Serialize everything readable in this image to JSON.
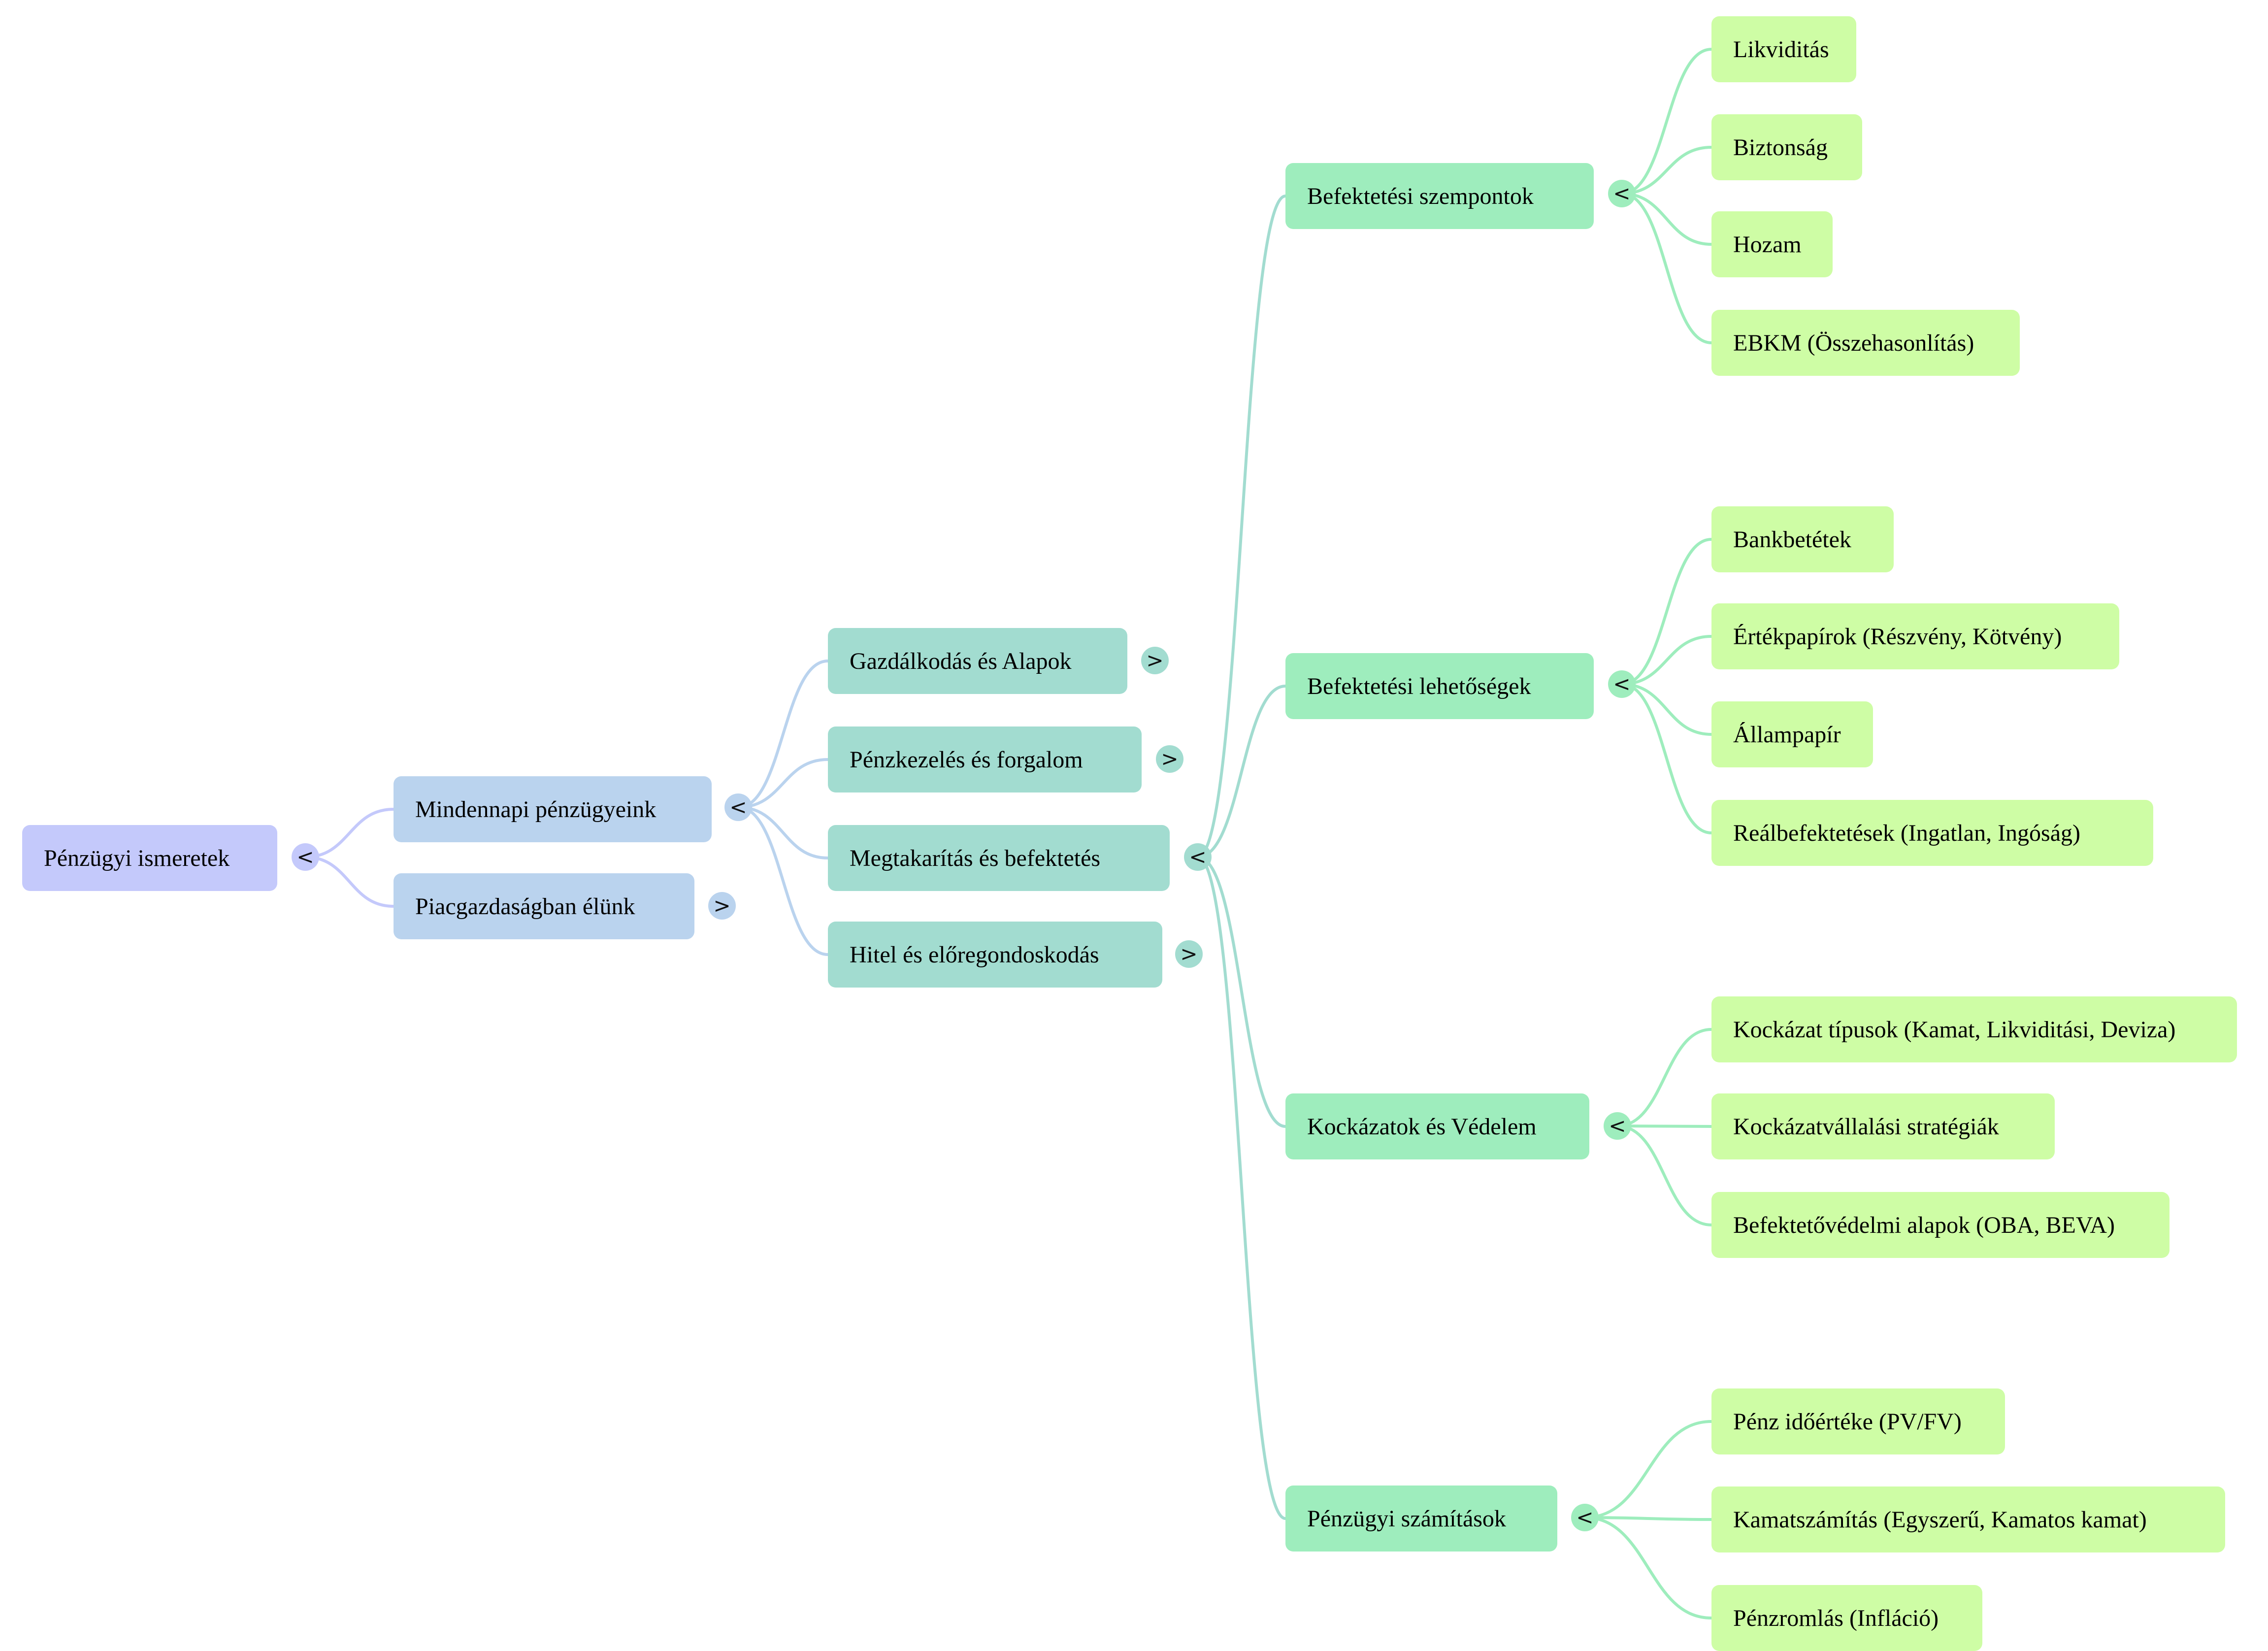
{
  "colors": {
    "root": "#c4c9fb",
    "level1": "#bad3ee",
    "level2": "#a2dcd0",
    "level3": "#9eedbd",
    "level4": "#cefda5",
    "link_root": "#c4c9fb",
    "link_level1": "#bad3ee",
    "link_level2": "#a2dcd0",
    "link_level3": "#9eedbd"
  },
  "mindmap": {
    "root": {
      "label": "Pénzügyi ismeretek",
      "toggle": "<",
      "toggle_icon": "collapse-icon"
    },
    "level1": [
      {
        "label": "Mindennapi pénzügyeink",
        "toggle": "<",
        "toggle_icon": "collapse-icon"
      },
      {
        "label": "Piacgazdaságban élünk",
        "toggle": ">",
        "toggle_icon": "expand-icon"
      }
    ],
    "level2": [
      {
        "label": "Gazdálkodás és Alapok",
        "toggle": ">",
        "toggle_icon": "expand-icon"
      },
      {
        "label": "Pénzkezelés és forgalom",
        "toggle": ">",
        "toggle_icon": "expand-icon"
      },
      {
        "label": "Megtakarítás és befektetés",
        "toggle": "<",
        "toggle_icon": "collapse-icon"
      },
      {
        "label": "Hitel és előregondoskodás",
        "toggle": ">",
        "toggle_icon": "expand-icon"
      }
    ],
    "level3": [
      {
        "label": "Befektetési szempontok",
        "toggle": "<",
        "toggle_icon": "collapse-icon",
        "children": [
          "Likviditás",
          "Biztonság",
          "Hozam",
          "EBKM (Összehasonlítás)"
        ]
      },
      {
        "label": "Befektetési lehetőségek",
        "toggle": "<",
        "toggle_icon": "collapse-icon",
        "children": [
          "Bankbetétek",
          "Értékpapírok (Részvény, Kötvény)",
          "Állampapír",
          "Reálbefektetések (Ingatlan, Ingóság)"
        ]
      },
      {
        "label": "Kockázatok és Védelem",
        "toggle": "<",
        "toggle_icon": "collapse-icon",
        "children": [
          "Kockázat típusok (Kamat, Likviditási, Deviza)",
          "Kockázatvállalási stratégiák",
          "Befektetővédelmi alapok (OBA, BEVA)"
        ]
      },
      {
        "label": "Pénzügyi számítások",
        "toggle": "<",
        "toggle_icon": "collapse-icon",
        "children": [
          "Pénz időértéke (PV/FV)",
          "Kamatszámítás (Egyszerű, Kamatos kamat)",
          "Pénzromlás (Infláció)"
        ]
      }
    ]
  }
}
